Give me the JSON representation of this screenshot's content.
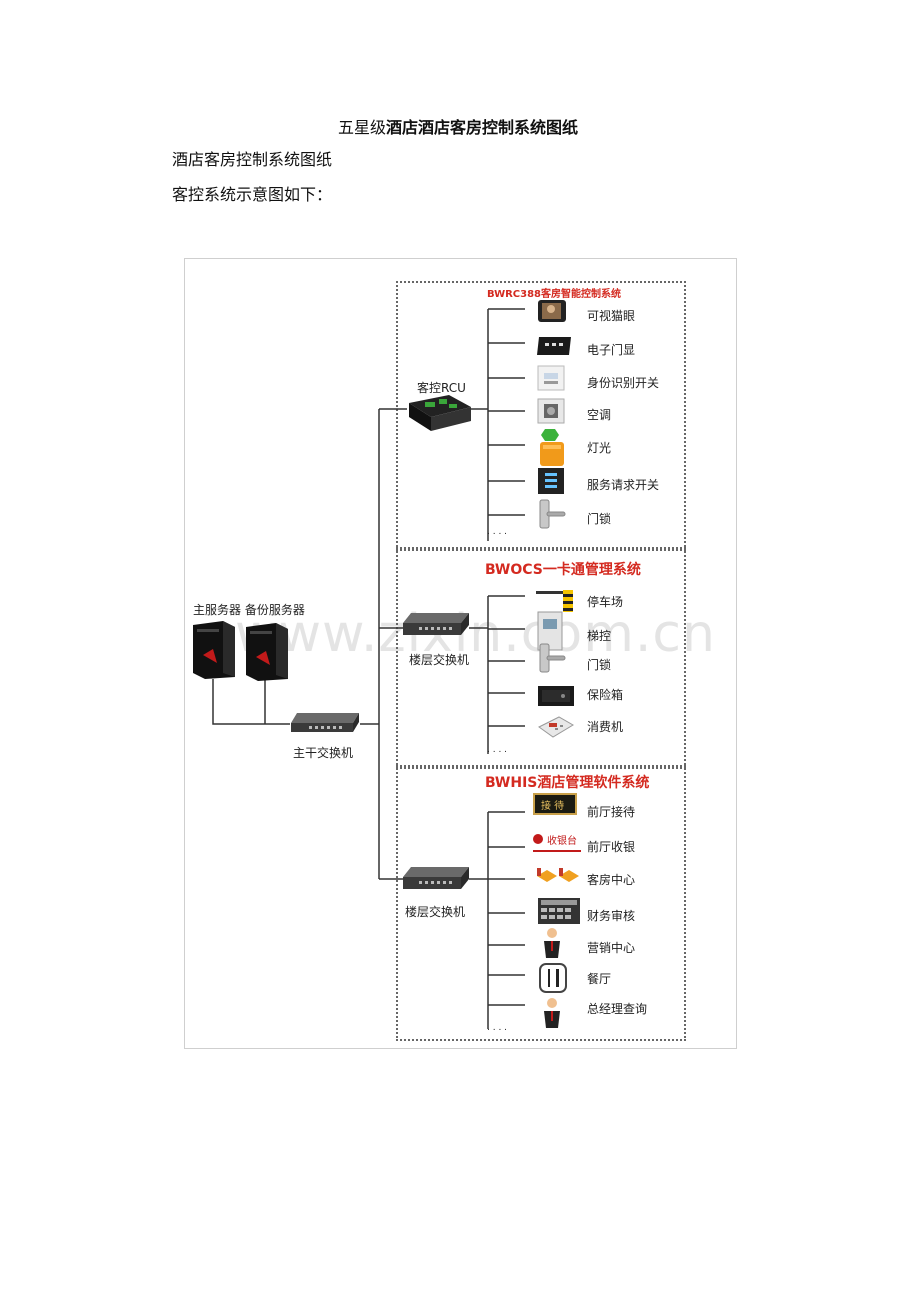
{
  "document": {
    "title_prefix": "五星级",
    "title_bold": "酒店酒店客房控制系统图纸",
    "line1": "酒店客房控制系统图纸",
    "line2": "客控系统示意图如下："
  },
  "diagram": {
    "watermark": "www.zixin.com.cn",
    "servers_label": "主服务器  备份服务器",
    "main_switch_label": "主干交换机",
    "rcu_label": "客控RCU",
    "floor_switch_label_1": "楼层交换机",
    "floor_switch_label_2": "楼层交换机",
    "panel1": {
      "title": "BWRC388客房智能控制系统",
      "items": [
        "可视猫眼",
        "电子门显",
        "身份识别开关",
        "空调",
        "灯光",
        "服务请求开关",
        "门锁"
      ]
    },
    "panel2": {
      "title": "BWOCS一卡通管理系统",
      "items": [
        "停车场",
        "梯控",
        "门锁",
        "保险箱",
        "消费机"
      ]
    },
    "panel3": {
      "title": "BWHIS酒店管理软件系统",
      "items": [
        "前厅接待",
        "前厅收银",
        "客房中心",
        "财务审核",
        "营销中心",
        "餐厅",
        "总经理查询"
      ],
      "sign_text": "接 待",
      "cashier_text": "收银台"
    },
    "ellipsis": ". . . ."
  }
}
